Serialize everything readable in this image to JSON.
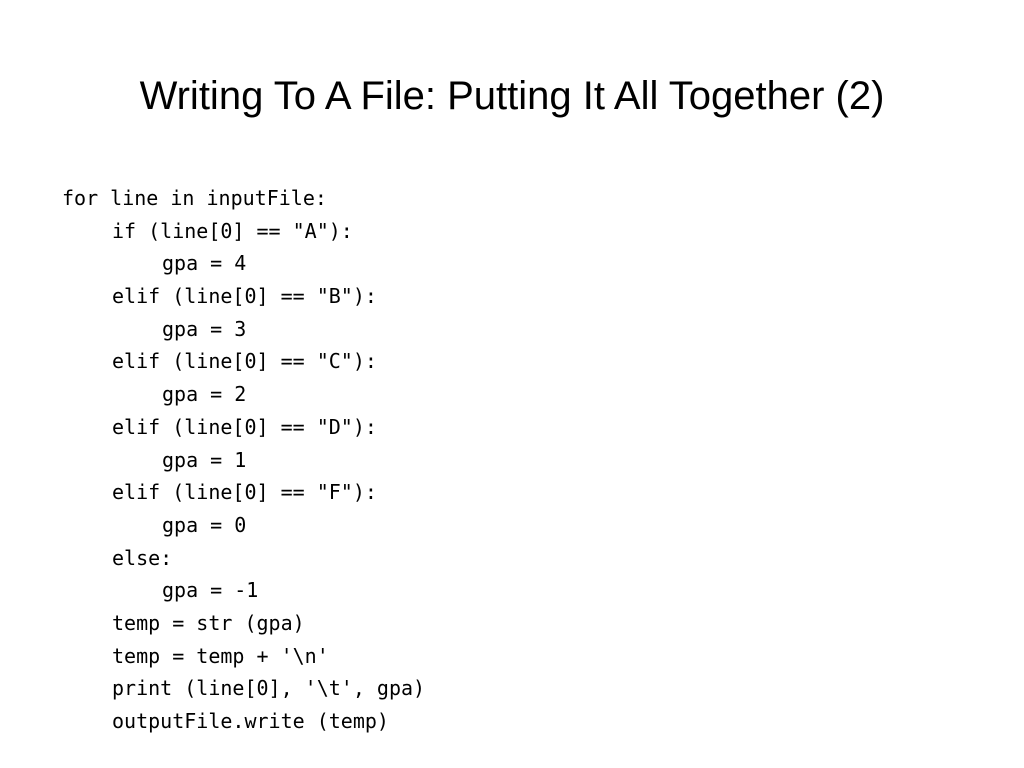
{
  "slide": {
    "title": "Writing To A File: Putting It All Together (2)",
    "code_lines": [
      {
        "text": "for line in inputFile:",
        "indent": 0
      },
      {
        "text": "if (line[0] == \"A\"):",
        "indent": 1
      },
      {
        "text": "gpa = 4",
        "indent": 2
      },
      {
        "text": "elif (line[0] == \"B\"):",
        "indent": 1
      },
      {
        "text": "gpa = 3",
        "indent": 2
      },
      {
        "text": "elif (line[0] == \"C\"):",
        "indent": 1
      },
      {
        "text": "gpa = 2",
        "indent": 2
      },
      {
        "text": "elif (line[0] == \"D\"):",
        "indent": 1
      },
      {
        "text": "gpa = 1",
        "indent": 2
      },
      {
        "text": "elif (line[0] == \"F\"):",
        "indent": 1
      },
      {
        "text": "gpa = 0",
        "indent": 2
      },
      {
        "text": "else:",
        "indent": 1
      },
      {
        "text": "gpa = -1",
        "indent": 2
      },
      {
        "text": "temp = str (gpa)",
        "indent": 1
      },
      {
        "text": "temp = temp + '\\n'",
        "indent": 1
      },
      {
        "text": "print (line[0], '\\t', gpa)",
        "indent": 1
      },
      {
        "text": "outputFile.write (temp)",
        "indent": 1
      }
    ]
  }
}
